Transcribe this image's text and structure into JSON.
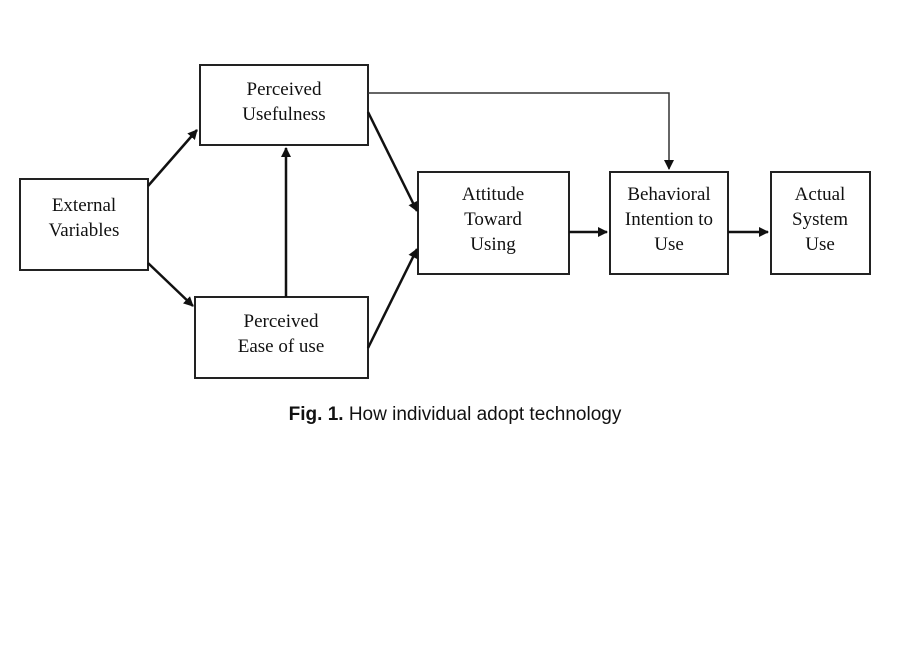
{
  "nodes": {
    "external_variables": [
      "External",
      "Variables"
    ],
    "perceived_usefulness": [
      "Perceived",
      "Usefulness"
    ],
    "perceived_ease_of_use": [
      "Perceived",
      "Ease of use"
    ],
    "attitude_toward_using": [
      "Attitude",
      "Toward",
      "Using"
    ],
    "behavioral_intention": [
      "Behavioral",
      "Intention to",
      "Use"
    ],
    "actual_system_use": [
      "Actual",
      "System",
      "Use"
    ]
  },
  "caption": {
    "label": "Fig. 1.",
    "text": " How individual adopt technology"
  }
}
